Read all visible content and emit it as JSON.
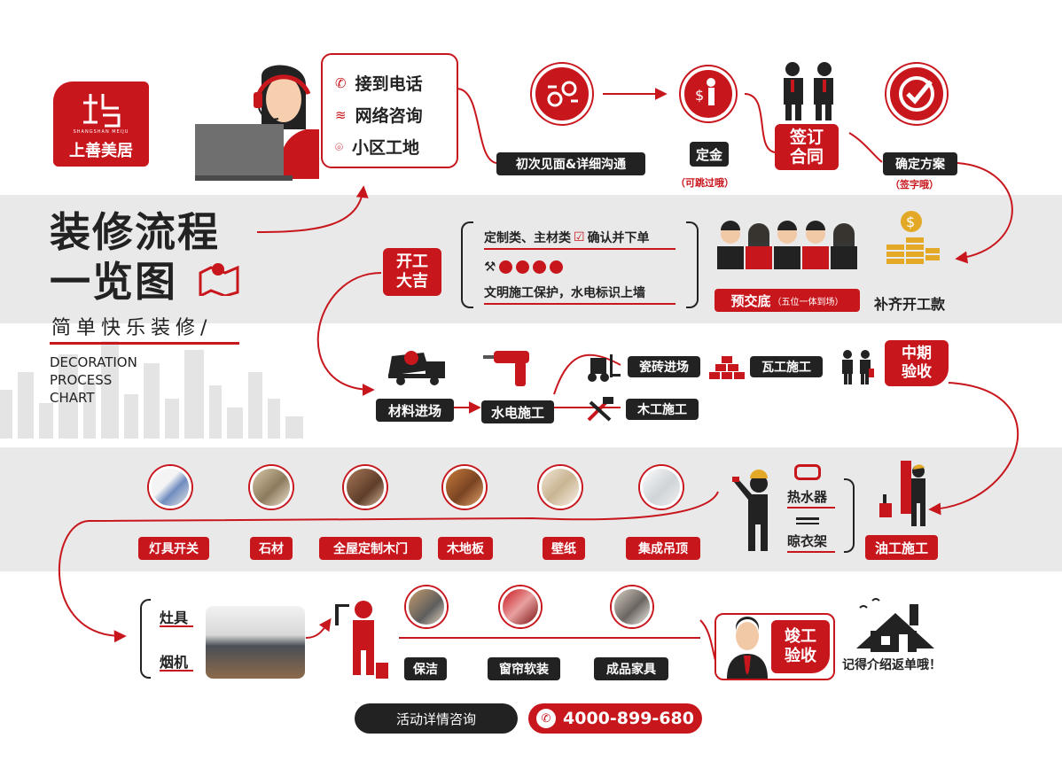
{
  "colors": {
    "accent": "#c8161d",
    "dark": "#222222",
    "band": "#e9e9e9"
  },
  "brand": {
    "name": "上善美居",
    "latin": "SHANGSHAN MEIJU"
  },
  "title": {
    "line1": "装修流程",
    "line2": "一览图",
    "slogan": "简单快乐装修/",
    "en1": "DECORATION",
    "en2": "PROCESS",
    "en3": "CHART"
  },
  "contact": {
    "items": [
      "接到电话",
      "网络咨询",
      "小区工地"
    ],
    "icons": [
      "phone-icon",
      "wifi-icon",
      "location-pin-icon"
    ]
  },
  "row1": {
    "first_meet": "初次见面&详细沟通",
    "deposit": "定金",
    "deposit_note": "（可跳过哦）",
    "contract": "签订合同",
    "confirm_plan": "确定方案",
    "confirm_note": "（签字哦）"
  },
  "row2": {
    "start": "开工大吉",
    "custom_order": "定制类、主材类",
    "custom_order_tail": "确认并下单",
    "civil": "文明施工保护，水电标识上墙",
    "handover": "预交底",
    "handover_note": "（五位一体到场）",
    "pay": "补齐开工款"
  },
  "row3": {
    "materials": "材料进场",
    "plumbing": "水电施工",
    "tiles": "瓷砖进场",
    "tiling": "瓦工施工",
    "carpentry": "木工施工",
    "midcheck": "中期验收"
  },
  "row4": {
    "items": [
      "灯具开关",
      "石材",
      "全屋定制木门",
      "木地板",
      "壁纸",
      "集成吊顶"
    ],
    "heater": "热水器",
    "rack": "晾衣架",
    "painting": "油工施工"
  },
  "row5": {
    "stove": "灶具",
    "hood": "烟机",
    "clean": "保洁",
    "curtain": "窗帘软装",
    "furniture": "成品家具",
    "final": "竣工验收",
    "referral": "记得介绍返单哦！"
  },
  "footer": {
    "cta": "活动详情咨询",
    "phone": "4000-899-680"
  }
}
